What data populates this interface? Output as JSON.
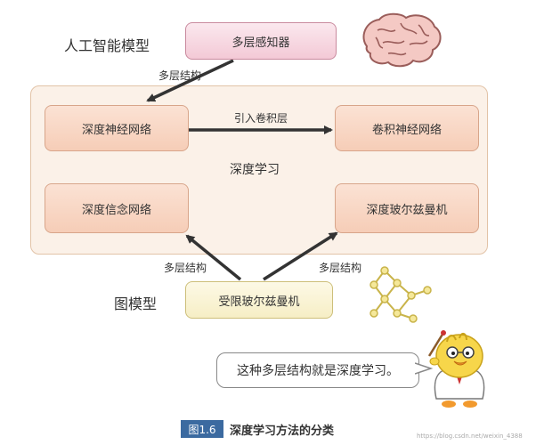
{
  "labels": {
    "ai_model": "人工智能模型",
    "graph_model": "图模型",
    "deep_learning": "深度学习"
  },
  "nodes": {
    "perceptron": "多层感知器",
    "deep_nn": "深度神经网络",
    "cnn": "卷积神经网络",
    "dbn": "深度信念网络",
    "dbm": "深度玻尔兹曼机",
    "rbm": "受限玻尔兹曼机"
  },
  "edges": {
    "perceptron_to_dnn": "多层结构",
    "dnn_to_cnn": "引入卷积层",
    "rbm_to_dbn": "多层结构",
    "rbm_to_dbm": "多层结构"
  },
  "speech": "这种多层结构就是深度学习。",
  "caption": {
    "tag": "图1.6",
    "title": "深度学习方法的分类"
  },
  "watermark": "https://blog.csdn.net/weixin_4388"
}
